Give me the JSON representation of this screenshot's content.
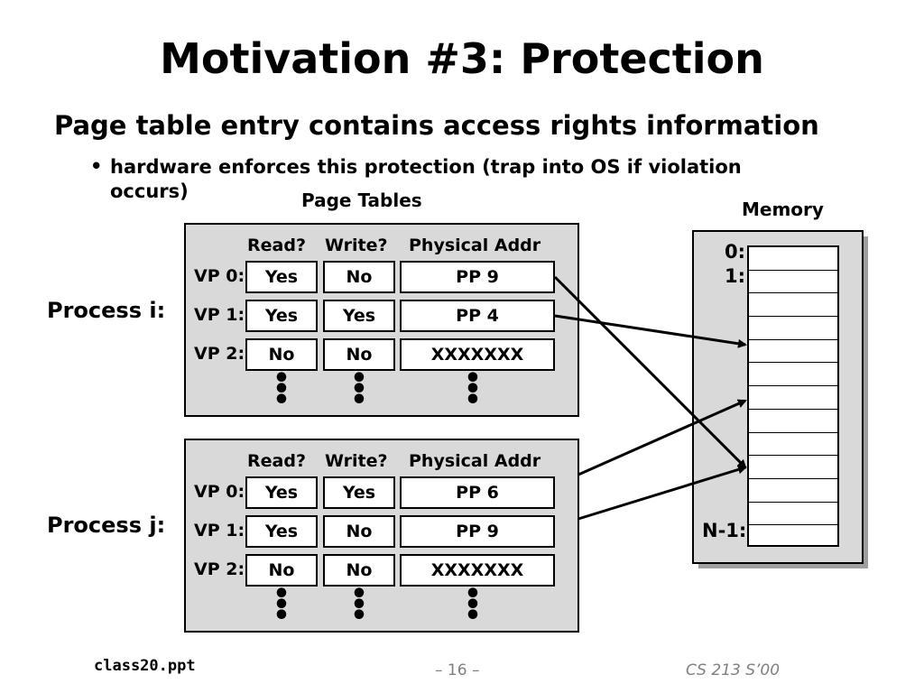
{
  "slide": {
    "title": "Motivation #3: Protection",
    "bullet": "Page table entry contains access rights information",
    "sub_bullet_marker": "•",
    "sub_bullet": "hardware enforces this protection (trap into OS if violation occurs)"
  },
  "page_tables_label": "Page Tables",
  "columns": {
    "read": "Read?",
    "write": "Write?",
    "addr": "Physical Addr"
  },
  "processes": [
    {
      "label": "Process i:",
      "rows": [
        {
          "vp": "VP 0:",
          "read": "Yes",
          "write": "No",
          "addr": "PP 9"
        },
        {
          "vp": "VP 1:",
          "read": "Yes",
          "write": "Yes",
          "addr": "PP 4"
        },
        {
          "vp": "VP 2:",
          "read": "No",
          "write": "No",
          "addr": "XXXXXXX"
        }
      ]
    },
    {
      "label": "Process j:",
      "rows": [
        {
          "vp": "VP 0:",
          "read": "Yes",
          "write": "Yes",
          "addr": "PP 6"
        },
        {
          "vp": "VP 1:",
          "read": "Yes",
          "write": "No",
          "addr": "PP 9"
        },
        {
          "vp": "VP 2:",
          "read": "No",
          "write": "No",
          "addr": "XXXXXXX"
        }
      ]
    }
  ],
  "ellipsis": "•\n•\n•",
  "memory": {
    "label": "Memory",
    "row_labels": {
      "first": "0:",
      "second": "1:",
      "last": "N-1:"
    }
  },
  "footer": {
    "file": "class20.ppt",
    "page": "– 16 –",
    "course": "CS 213 S’00"
  }
}
